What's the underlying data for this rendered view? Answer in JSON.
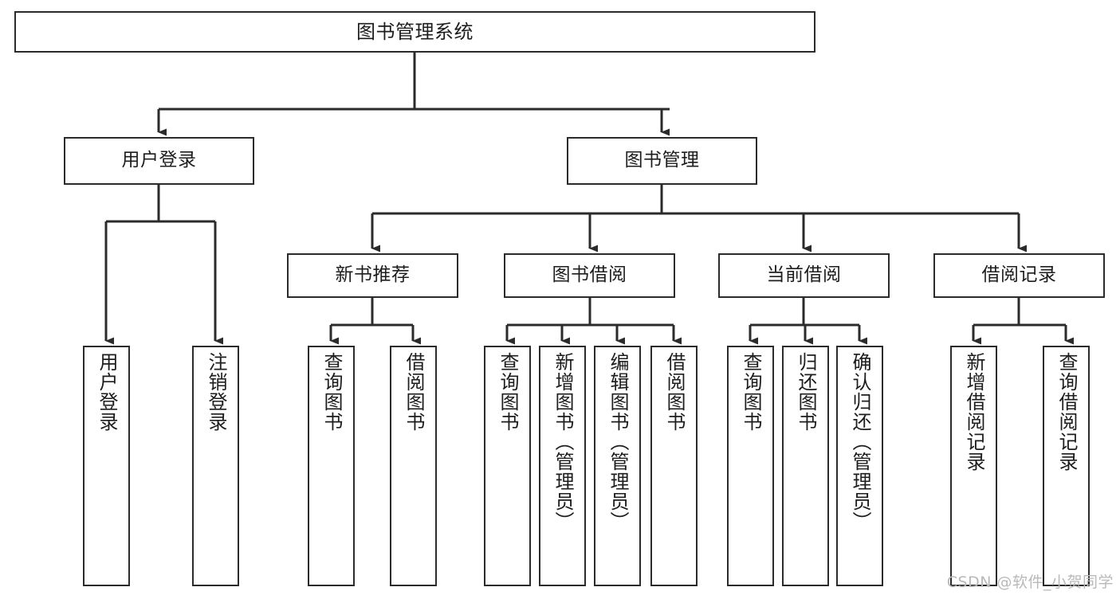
{
  "diagram": {
    "title": "图书管理系统",
    "type": "tree-hierarchy",
    "watermark": "CSDN @软件_小贺同学",
    "colors": {
      "stroke": "#2b2b2b",
      "fill": "#ffffff",
      "text": "#1d1d1d",
      "watermark": "#b9b9b9"
    }
  },
  "nodes": {
    "root": {
      "label": "图书管理系统"
    },
    "level1": [
      {
        "id": "user-login",
        "label": "用户登录"
      },
      {
        "id": "book-manage",
        "label": "图书管理"
      }
    ],
    "level2": [
      {
        "id": "new-book-recommend",
        "label": "新书推荐"
      },
      {
        "id": "book-borrow",
        "label": "图书借阅"
      },
      {
        "id": "current-borrow",
        "label": "当前借阅"
      },
      {
        "id": "borrow-record",
        "label": "借阅记录"
      }
    ],
    "leaves": {
      "user-login": [
        {
          "id": "leaf-user-login",
          "label": "用户登录"
        },
        {
          "id": "leaf-logout-login",
          "label": "注销登录"
        }
      ],
      "new-book-recommend": [
        {
          "id": "leaf-query-book-1",
          "label": "查询图书"
        },
        {
          "id": "leaf-borrow-book-1",
          "label": "借阅图书"
        }
      ],
      "book-borrow": [
        {
          "id": "leaf-query-book-2",
          "label": "查询图书"
        },
        {
          "id": "leaf-add-book",
          "label": "新增图书（管理员）"
        },
        {
          "id": "leaf-edit-book",
          "label": "编辑图书（管理员）"
        },
        {
          "id": "leaf-borrow-book-2",
          "label": "借阅图书"
        }
      ],
      "current-borrow": [
        {
          "id": "leaf-query-book-3",
          "label": "查询图书"
        },
        {
          "id": "leaf-return-book",
          "label": "归还图书"
        },
        {
          "id": "leaf-confirm-return",
          "label": "确认归还（管理员）"
        }
      ],
      "borrow-record": [
        {
          "id": "leaf-add-record",
          "label": "新增借阅记录"
        },
        {
          "id": "leaf-query-record",
          "label": "查询借阅记录"
        }
      ]
    }
  },
  "chart_data": {
    "type": "table",
    "title": "图书管理系统 功能结构图",
    "edges": [
      [
        "图书管理系统",
        "用户登录"
      ],
      [
        "图书管理系统",
        "图书管理"
      ],
      [
        "用户登录",
        "用户登录"
      ],
      [
        "用户登录",
        "注销登录"
      ],
      [
        "图书管理",
        "新书推荐"
      ],
      [
        "图书管理",
        "图书借阅"
      ],
      [
        "图书管理",
        "当前借阅"
      ],
      [
        "图书管理",
        "借阅记录"
      ],
      [
        "新书推荐",
        "查询图书"
      ],
      [
        "新书推荐",
        "借阅图书"
      ],
      [
        "图书借阅",
        "查询图书"
      ],
      [
        "图书借阅",
        "新增图书（管理员）"
      ],
      [
        "图书借阅",
        "编辑图书（管理员）"
      ],
      [
        "图书借阅",
        "借阅图书"
      ],
      [
        "当前借阅",
        "查询图书"
      ],
      [
        "当前借阅",
        "归还图书"
      ],
      [
        "当前借阅",
        "确认归还（管理员）"
      ],
      [
        "借阅记录",
        "新增借阅记录"
      ],
      [
        "借阅记录",
        "查询借阅记录"
      ]
    ]
  }
}
